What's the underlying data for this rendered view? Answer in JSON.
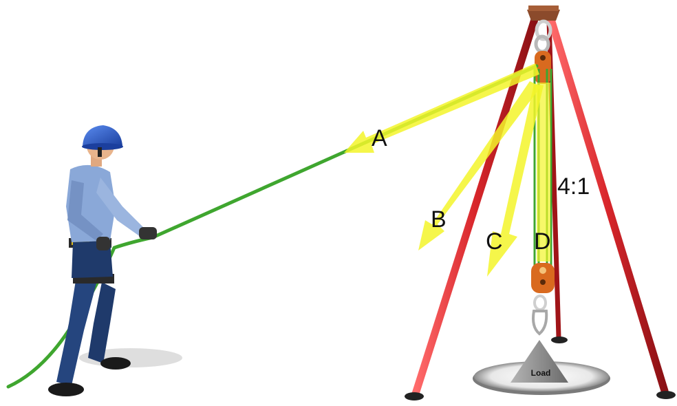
{
  "labels": {
    "a": "A",
    "b": "B",
    "c": "C",
    "d": "D",
    "ratio": "4:1",
    "load": "Load"
  },
  "colors": {
    "tripod_leg": "#d8262b",
    "rope": "#3fa62f",
    "force_arrow": "#f3f52a",
    "helmet": "#2f63d9",
    "shirt": "#8aa8d8",
    "pants": "#1f3a6b",
    "manhole": "#c9c9c9",
    "load_weight": "#8f8f8f",
    "tripod_head": "#8b4a2b",
    "pulley": "#d96a1f"
  }
}
